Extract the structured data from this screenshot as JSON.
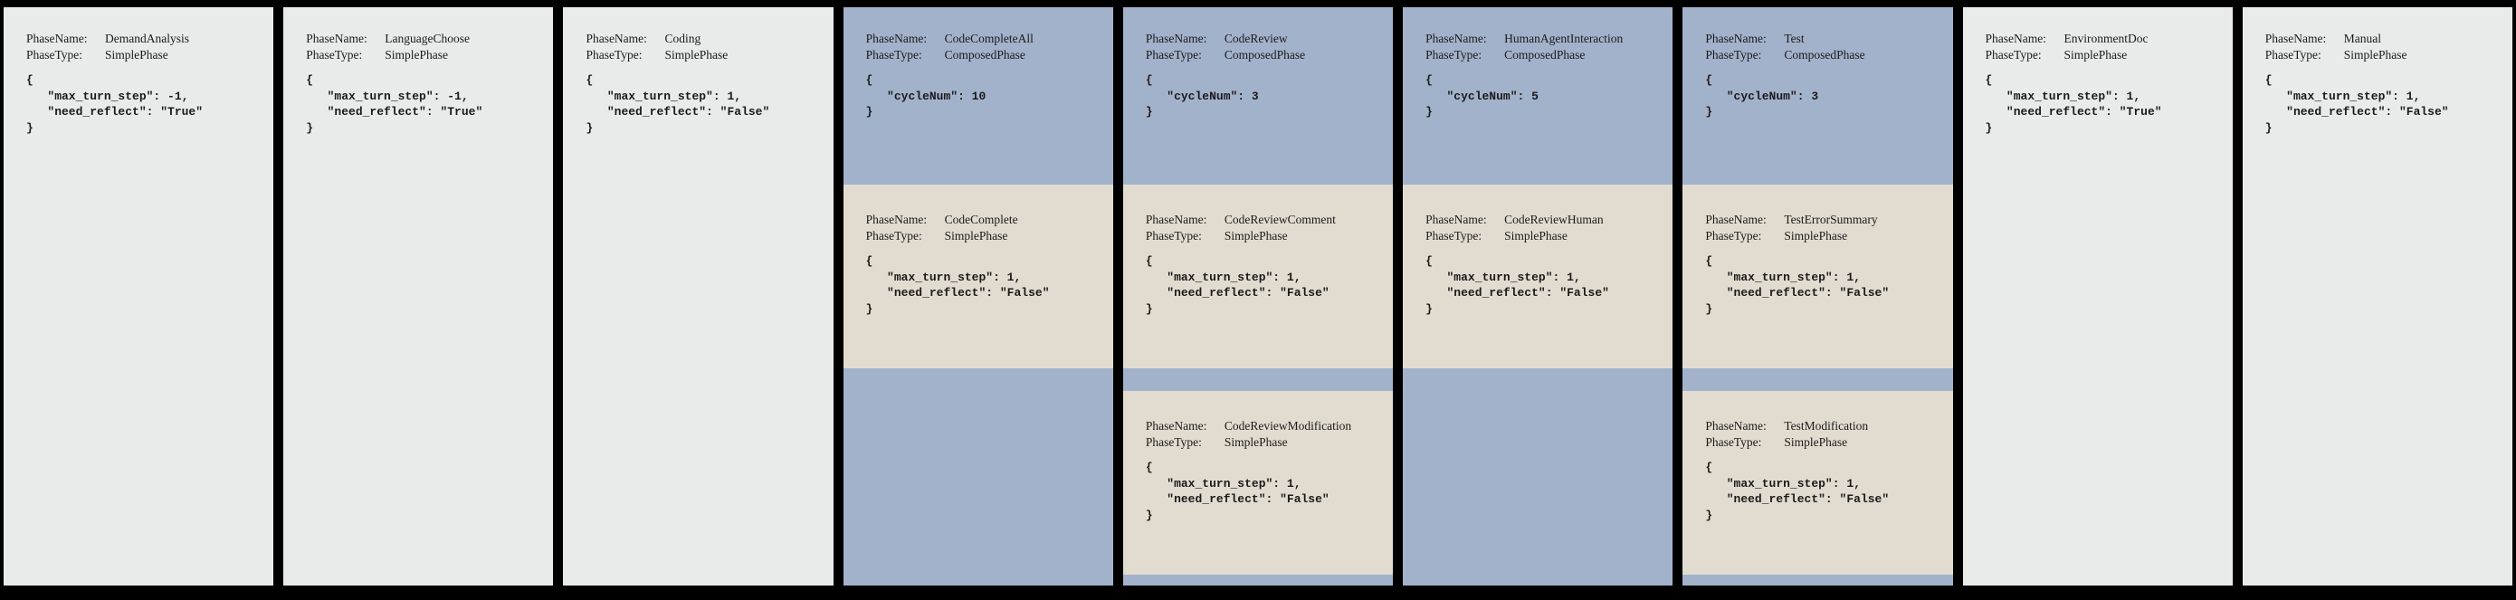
{
  "labels": {
    "phase_name": "PhaseName:",
    "phase_type": "PhaseType:"
  },
  "colors": {
    "page_bg": "#000000",
    "simple_bg": "#e9ebea",
    "composed_bg": "#a3b2cb",
    "sub_bg": "#e2dcd0",
    "text": "#1a1a1a"
  },
  "phases": [
    {
      "name": "DemandAnalysis",
      "type": "SimplePhase",
      "config": "{\n   \"max_turn_step\": -1,\n   \"need_reflect\": \"True\"\n}",
      "subs": []
    },
    {
      "name": "LanguageChoose",
      "type": "SimplePhase",
      "config": "{\n   \"max_turn_step\": -1,\n   \"need_reflect\": \"True\"\n}",
      "subs": []
    },
    {
      "name": "Coding",
      "type": "SimplePhase",
      "config": "{\n   \"max_turn_step\": 1,\n   \"need_reflect\": \"False\"\n}",
      "subs": []
    },
    {
      "name": "CodeCompleteAll",
      "type": "ComposedPhase",
      "config": "{\n   \"cycleNum\": 10\n}",
      "subs": [
        {
          "name": "CodeComplete",
          "type": "SimplePhase",
          "config": "{\n   \"max_turn_step\": 1,\n   \"need_reflect\": \"False\"\n}"
        }
      ]
    },
    {
      "name": "CodeReview",
      "type": "ComposedPhase",
      "config": "{\n   \"cycleNum\": 3\n}",
      "subs": [
        {
          "name": "CodeReviewComment",
          "type": "SimplePhase",
          "config": "{\n   \"max_turn_step\": 1,\n   \"need_reflect\": \"False\"\n}"
        },
        {
          "name": "CodeReviewModification",
          "type": "SimplePhase",
          "config": "{\n   \"max_turn_step\": 1,\n   \"need_reflect\": \"False\"\n}"
        }
      ]
    },
    {
      "name": "HumanAgentInteraction",
      "type": "ComposedPhase",
      "config": "{\n   \"cycleNum\": 5\n}",
      "subs": [
        {
          "name": "CodeReviewHuman",
          "type": "SimplePhase",
          "config": "{\n   \"max_turn_step\": 1,\n   \"need_reflect\": \"False\"\n}"
        }
      ]
    },
    {
      "name": "Test",
      "type": "ComposedPhase",
      "config": "{\n   \"cycleNum\": 3\n}",
      "subs": [
        {
          "name": "TestErrorSummary",
          "type": "SimplePhase",
          "config": "{\n   \"max_turn_step\": 1,\n   \"need_reflect\": \"False\"\n}"
        },
        {
          "name": "TestModification",
          "type": "SimplePhase",
          "config": "{\n   \"max_turn_step\": 1,\n   \"need_reflect\": \"False\"\n}"
        }
      ]
    },
    {
      "name": "EnvironmentDoc",
      "type": "SimplePhase",
      "config": "{\n   \"max_turn_step\": 1,\n   \"need_reflect\": \"True\"\n}",
      "subs": []
    },
    {
      "name": "Manual",
      "type": "SimplePhase",
      "config": "{\n   \"max_turn_step\": 1,\n   \"need_reflect\": \"False\"\n}",
      "subs": []
    }
  ]
}
